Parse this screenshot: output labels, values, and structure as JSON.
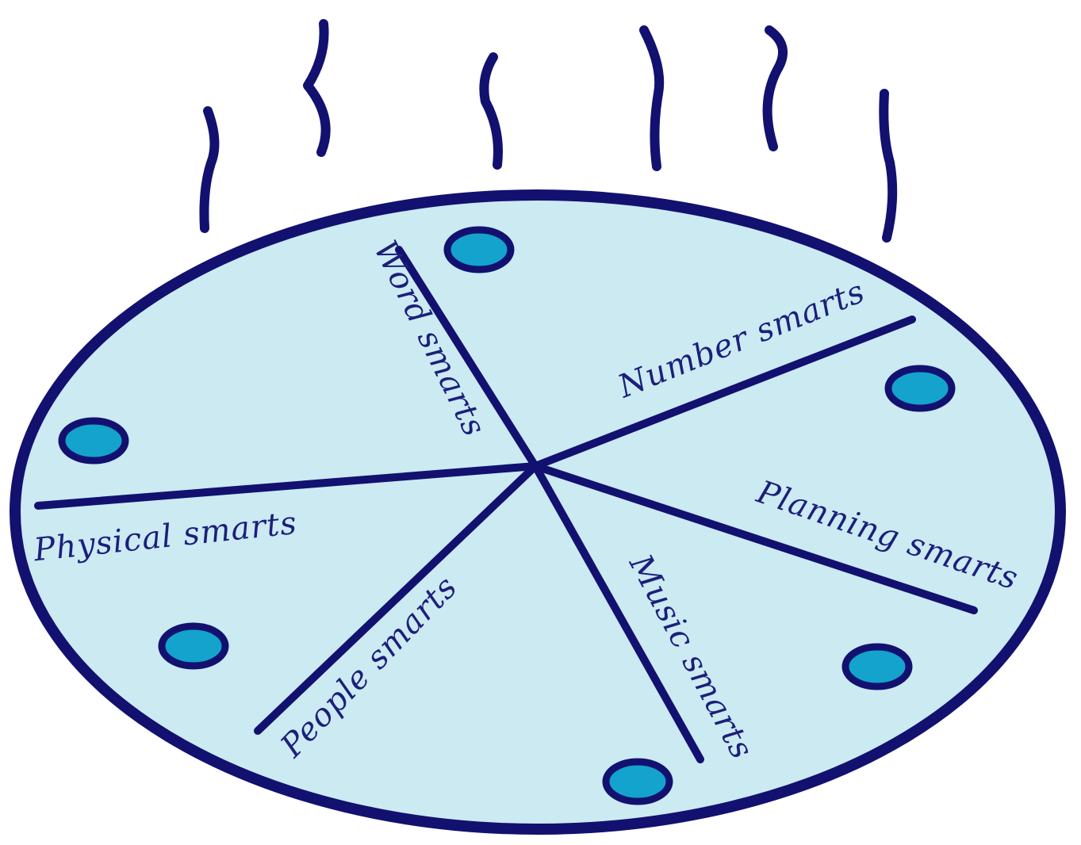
{
  "diagram": {
    "colors": {
      "outline": "#121170",
      "plate_fill": "#cceaf2",
      "dot_fill": "#13a3cc",
      "background": "#ffffff"
    },
    "slices": [
      {
        "id": "word",
        "label": "Word smarts"
      },
      {
        "id": "number",
        "label": "Number smarts"
      },
      {
        "id": "planning",
        "label": "Planning smarts"
      },
      {
        "id": "music",
        "label": "Music smarts"
      },
      {
        "id": "people",
        "label": "People smarts"
      },
      {
        "id": "physical",
        "label": "Physical smarts"
      }
    ],
    "decorations": {
      "steam_wisps": 6,
      "dots": 6
    }
  }
}
